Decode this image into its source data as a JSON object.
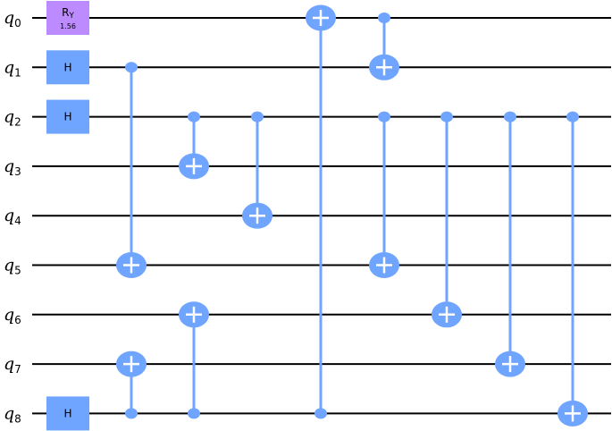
{
  "colors": {
    "wire": "#000000",
    "h_gate": "#6fa4ff",
    "ry_gate": "#bb8bff",
    "cnot": "#6fa4ff",
    "plus": "#ffffff",
    "background": "#ffffff"
  },
  "qubits": [
    {
      "label": "q",
      "index": "0"
    },
    {
      "label": "q",
      "index": "1"
    },
    {
      "label": "q",
      "index": "2"
    },
    {
      "label": "q",
      "index": "3"
    },
    {
      "label": "q",
      "index": "4"
    },
    {
      "label": "q",
      "index": "5"
    },
    {
      "label": "q",
      "index": "6"
    },
    {
      "label": "q",
      "index": "7"
    },
    {
      "label": "q",
      "index": "8"
    }
  ],
  "single_gates": [
    {
      "name": "R",
      "sub": "Y",
      "param": "1.56",
      "qubit": 0,
      "type": "ry"
    },
    {
      "name": "H",
      "qubit": 1,
      "type": "h"
    },
    {
      "name": "H",
      "qubit": 2,
      "type": "h"
    },
    {
      "name": "H",
      "qubit": 8,
      "type": "h"
    }
  ],
  "cnots": [
    {
      "column": 1,
      "control": 1,
      "target": 5
    },
    {
      "column": 1,
      "control": 8,
      "target": 7
    },
    {
      "column": 2,
      "control": 2,
      "target": 3
    },
    {
      "column": 2,
      "control": 8,
      "target": 6
    },
    {
      "column": 3,
      "control": 2,
      "target": 4
    },
    {
      "column": 4,
      "control": 8,
      "target": 0
    },
    {
      "column": 5,
      "control": 0,
      "target": 1
    },
    {
      "column": 5,
      "control": 2,
      "target": 5
    },
    {
      "column": 6,
      "control": 2,
      "target": 6
    },
    {
      "column": 7,
      "control": 2,
      "target": 7
    },
    {
      "column": 8,
      "control": 2,
      "target": 8
    }
  ]
}
